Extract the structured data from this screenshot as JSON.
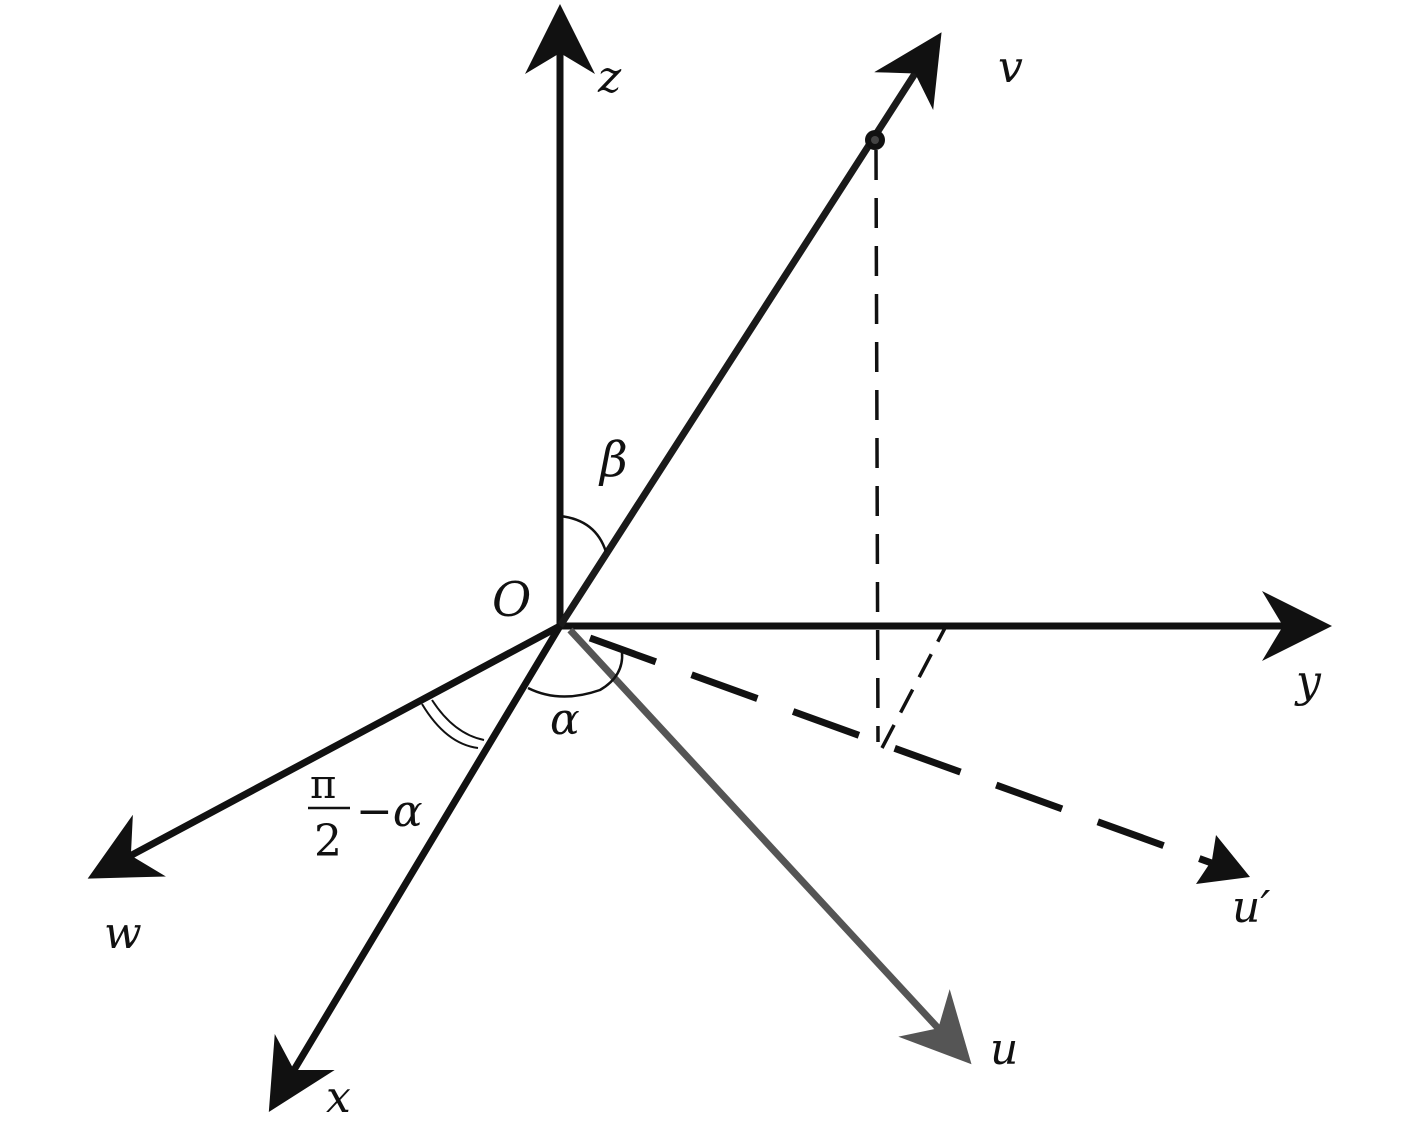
{
  "axes": {
    "z": "z",
    "y": "y",
    "x": "x",
    "v": "v",
    "w": "w",
    "u": "u",
    "u_prime": "u′"
  },
  "origin": "O",
  "angles": {
    "beta": "β",
    "alpha": "α",
    "complement": {
      "numerator": "π",
      "denominator": "2",
      "suffix": "−α"
    }
  },
  "colors": {
    "ink": "#111111",
    "u_axis": "#555555"
  }
}
